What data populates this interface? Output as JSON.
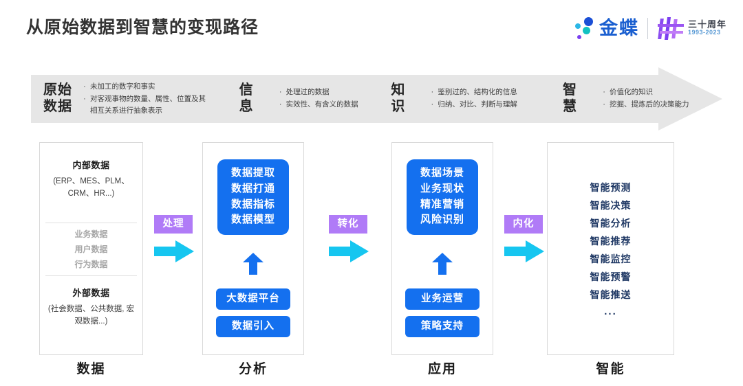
{
  "header": {
    "title": "从原始数据到智慧的变现路径",
    "logo": {
      "wordmark": "金蝶",
      "anniversary_title": "三十周年",
      "anniversary_years": "1993-2023"
    }
  },
  "banner": {
    "stages": [
      {
        "title": "原始\n数据",
        "title_line1": "原始",
        "title_line2": "数据",
        "bullets": [
          "未加工的数字和事实",
          "对客观事物的数量、属性、位置及其相互关系进行抽象表示"
        ]
      },
      {
        "title_line1": "信",
        "title_line2": "息",
        "bullets": [
          "处理过的数据",
          "实效性、有含义的数据"
        ]
      },
      {
        "title_line1": "知",
        "title_line2": "识",
        "bullets": [
          "鉴别过的、结构化的信息",
          "归纳、对比、判断与理解"
        ]
      },
      {
        "title_line1": "智",
        "title_line2": "慧",
        "bullets": [
          "价值化的知识",
          "挖掘、提炼后的决策能力"
        ]
      }
    ],
    "bullet_glyph": "·"
  },
  "pipeline": {
    "columns": [
      {
        "label": "数据",
        "internal_heading": "内部数据",
        "internal_sub": "(ERP、MES、PLM、CRM、HR...)",
        "middle_items": [
          "业务数据",
          "用户数据",
          "行为数据"
        ],
        "external_heading": "外部数据",
        "external_sub": "(社会数据、公共数据, 宏观数据...)"
      },
      {
        "label": "分析",
        "box_items": [
          "数据提取",
          "数据打通",
          "数据指标",
          "数据模型"
        ],
        "pills": [
          "大数据平台",
          "数据引入"
        ]
      },
      {
        "label": "应用",
        "box_items": [
          "数据场景",
          "业务现状",
          "精准营销",
          "风险识别"
        ],
        "pills": [
          "业务运营",
          "策略支持"
        ]
      },
      {
        "label": "智能",
        "items": [
          "智能预测",
          "智能决策",
          "智能分析",
          "智能推荐",
          "智能监控",
          "智能预警",
          "智能推送"
        ],
        "ellipsis": "..."
      }
    ],
    "connectors": [
      {
        "tag": "处理"
      },
      {
        "tag": "转化"
      },
      {
        "tag": "内化"
      }
    ]
  },
  "colors": {
    "banner_grey": "#e6e6e6",
    "primary_blue": "#1470ef",
    "connector_purple": "#b07bf7",
    "arrow_cyan": "#16c6f0",
    "smart_navy": "#1f3864",
    "muted_grey": "#a6a6a6"
  }
}
